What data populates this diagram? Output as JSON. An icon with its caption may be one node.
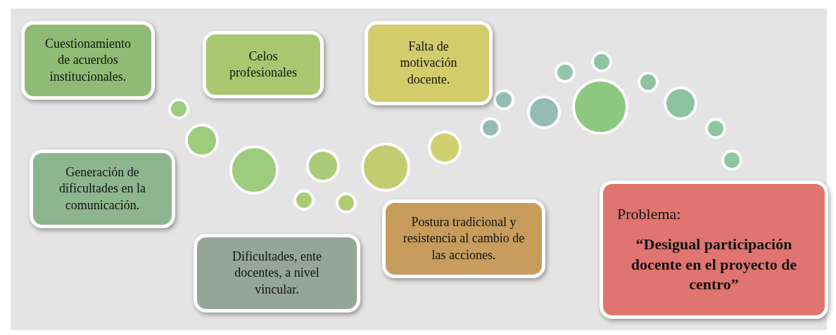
{
  "diagram": {
    "nodes": [
      {
        "text": [
          "Cuestionamiento de acuerdos institucionales."
        ]
      },
      {
        "text": [
          "Celos profesionales"
        ]
      },
      {
        "text": [
          "Falta de motivación docente."
        ]
      },
      {
        "text": [
          "Generación de dificultades en la comunicación."
        ]
      },
      {
        "text": [
          "Dificultades, ente docentes, a nivel vincular."
        ]
      },
      {
        "text": [
          "Postura tradicional y resistencia al cambio de las acciones."
        ]
      },
      {
        "text": [
          "Problema:",
          "“Desigual participación docente en el proyecto de centro”"
        ]
      }
    ]
  }
}
